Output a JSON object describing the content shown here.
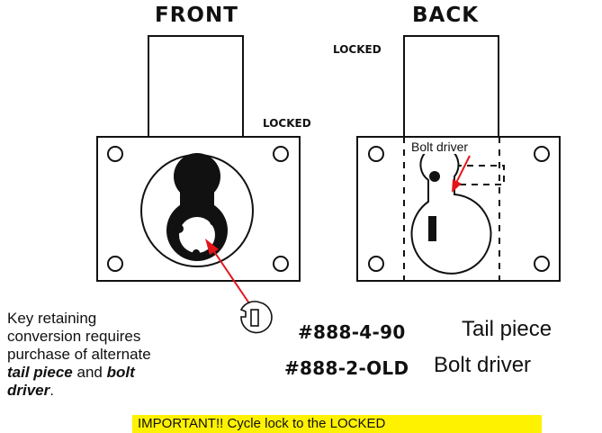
{
  "front_title": "FRONT",
  "back_title": "BACK",
  "front_locked_label": "LOCKED",
  "back_locked_label": "LOCKED",
  "bolt_driver_callout": "Bolt driver",
  "note": {
    "line1": "Key retaining",
    "line2": "conversion requires",
    "line3": "purchase of alternate",
    "em1": "tail piece",
    "and": " and ",
    "em2": "bolt",
    "em3": "driver",
    "end": "."
  },
  "parts": [
    {
      "number": "#888-4-90",
      "name": "Tail piece"
    },
    {
      "number": "#888-2-OLD",
      "name": "Bolt driver"
    }
  ],
  "banner": {
    "text": "IMPORTANT!! Cycle lock to the LOCKED",
    "color": "#fff200"
  },
  "colors": {
    "line": "#111111",
    "arrow": "#e3151a",
    "banner": "#fff200"
  }
}
